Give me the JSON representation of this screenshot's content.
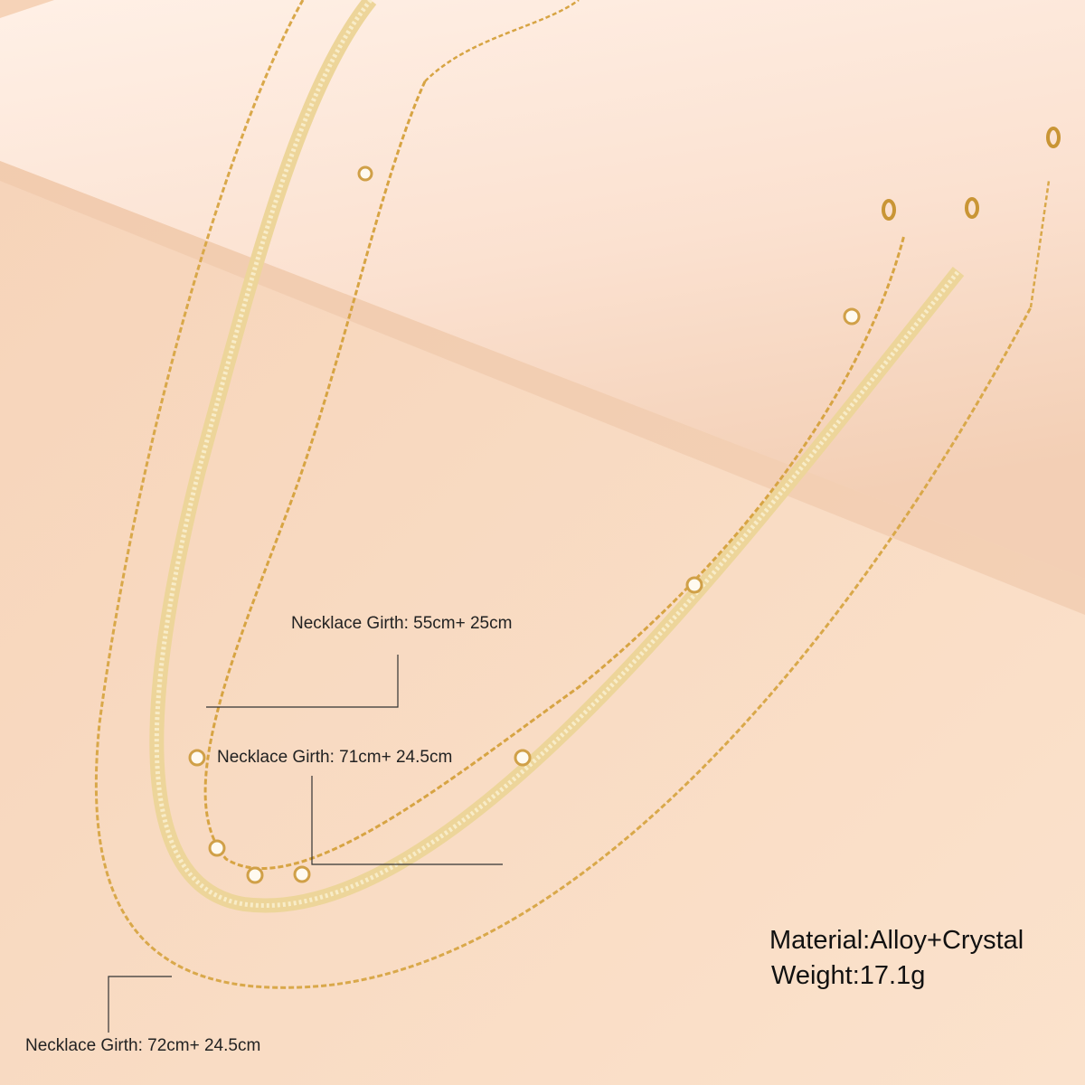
{
  "labels": {
    "girth_short": "Necklace Girth: 55cm+ 25cm",
    "girth_middle": "Necklace Girth: 71cm+ 24.5cm",
    "girth_long": "Necklace Girth: 72cm+ 24.5cm"
  },
  "specs": {
    "material": "Material:Alloy+Crystal",
    "weight": "Weight:17.1g"
  },
  "colors": {
    "background": "#f8d8bf",
    "cylinder": "#fbe3d3",
    "gold": "#d9a84a",
    "snake_chain": "#efd9a0"
  }
}
